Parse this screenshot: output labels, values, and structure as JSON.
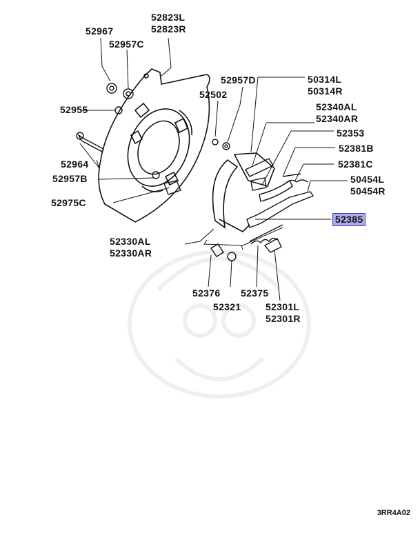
{
  "labels": {
    "p52823": [
      "52823L",
      "52823R"
    ],
    "p52967": [
      "52967"
    ],
    "p52957C": [
      "52957C"
    ],
    "p52957D": [
      "52957D"
    ],
    "p52502": [
      "52502"
    ],
    "p52955": [
      "52955"
    ],
    "p50314": [
      "50314L",
      "50314R"
    ],
    "p52340": [
      "52340AL",
      "52340AR"
    ],
    "p52353": [
      "52353"
    ],
    "p52381B": [
      "52381B"
    ],
    "p52964": [
      "52964"
    ],
    "p52957B": [
      "52957B"
    ],
    "p52381C": [
      "52381C"
    ],
    "p50454": [
      "50454L",
      "50454R"
    ],
    "p52975C": [
      "52975C"
    ],
    "p52385": [
      "52385"
    ],
    "p52330": [
      "52330AL",
      "52330AR"
    ],
    "p52376": [
      "52376"
    ],
    "p52375": [
      "52375"
    ],
    "p52321": [
      "52321"
    ],
    "p52301": [
      "52301L",
      "52301R"
    ]
  },
  "highlighted_part": "52385",
  "highlight_color": "#a9a9ee",
  "diagram_code": "3RR4A02"
}
